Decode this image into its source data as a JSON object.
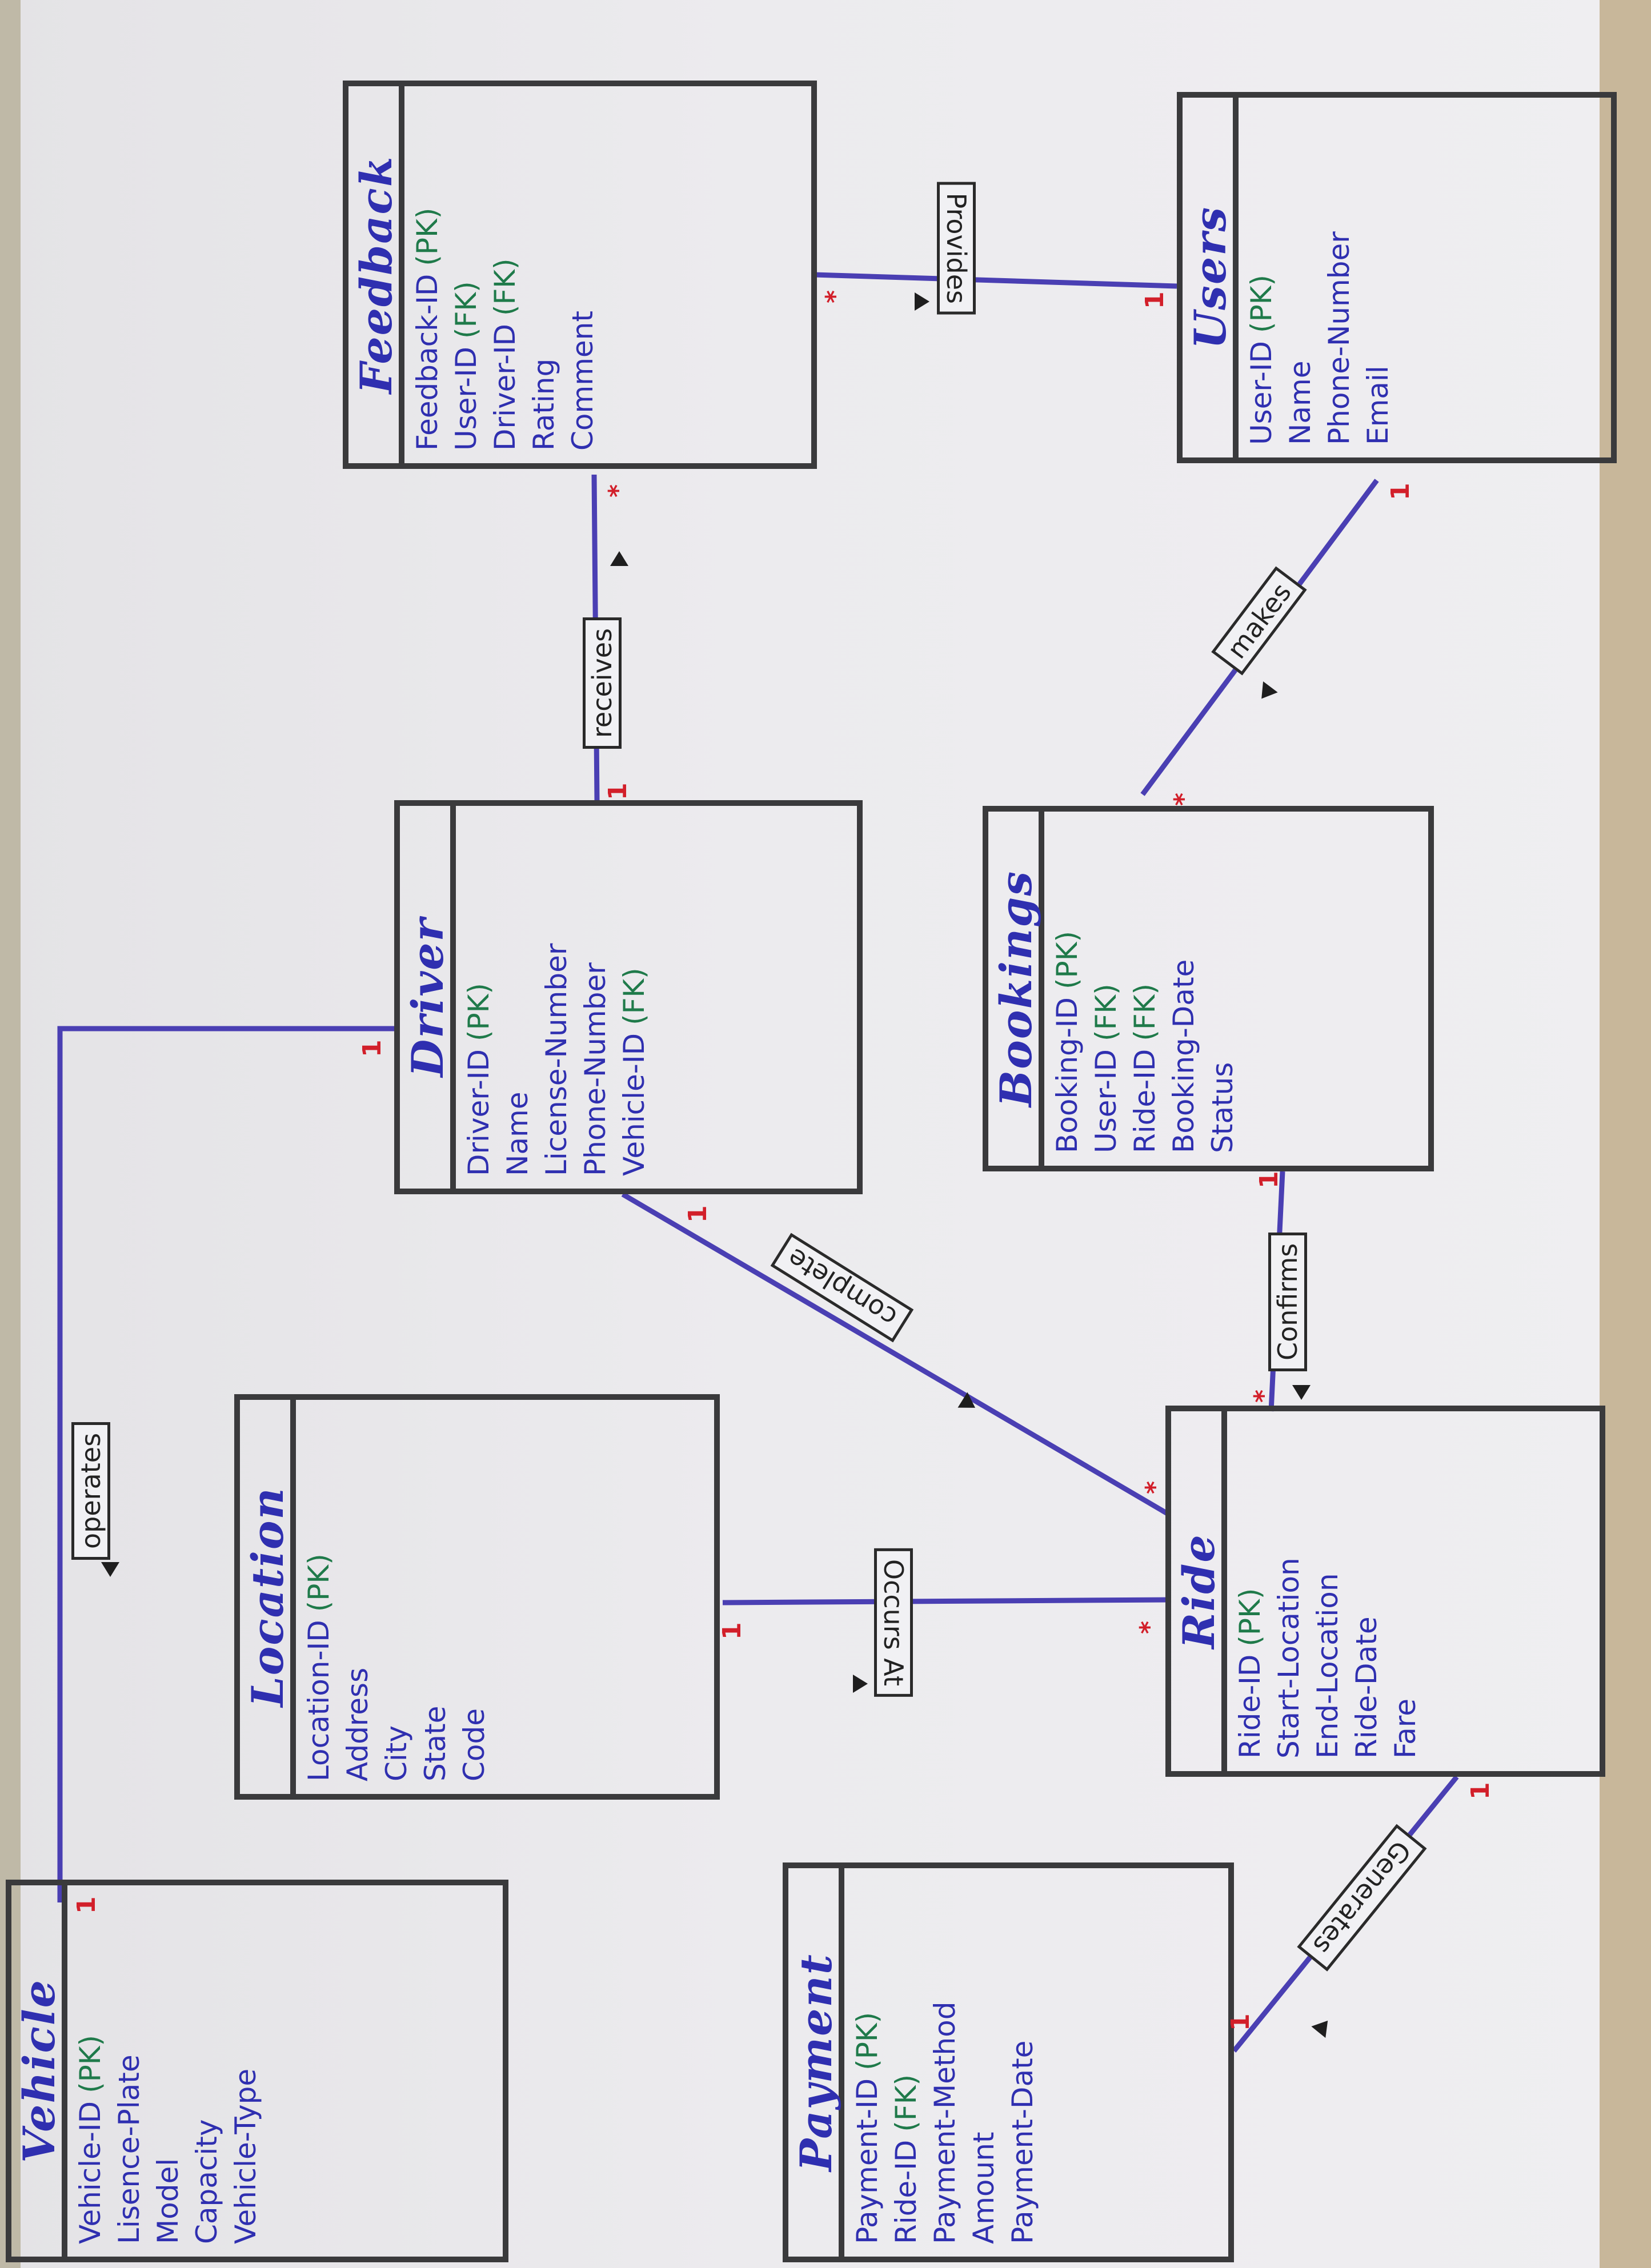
{
  "diagram": {
    "entities": {
      "users": {
        "title": "Users",
        "attributes": [
          {
            "name": "User-ID",
            "key": "(PK)"
          },
          {
            "name": "Name",
            "key": ""
          },
          {
            "name": "Phone-Number",
            "key": ""
          },
          {
            "name": "Email",
            "key": ""
          }
        ]
      },
      "feedback": {
        "title": "Feedback",
        "attributes": [
          {
            "name": "Feedback-ID",
            "key": "(PK)"
          },
          {
            "name": "User-ID",
            "key": "(FK)"
          },
          {
            "name": "Driver-ID",
            "key": "(FK)"
          },
          {
            "name": "Rating",
            "key": ""
          },
          {
            "name": "Comment",
            "key": ""
          }
        ]
      },
      "bookings": {
        "title": "Bookings",
        "attributes": [
          {
            "name": "Booking-ID",
            "key": "(PK)"
          },
          {
            "name": "User-ID",
            "key": "(FK)"
          },
          {
            "name": "Ride-ID",
            "key": "(FK)"
          },
          {
            "name": "Booking-Date",
            "key": ""
          },
          {
            "name": "Status",
            "key": ""
          }
        ]
      },
      "driver": {
        "title": "Driver",
        "attributes": [
          {
            "name": "Driver-ID",
            "key": "(PK)"
          },
          {
            "name": "Name",
            "key": ""
          },
          {
            "name": "License-Number",
            "key": ""
          },
          {
            "name": "Phone-Number",
            "key": ""
          },
          {
            "name": "Vehicle-ID",
            "key": "(FK)"
          }
        ]
      },
      "ride": {
        "title": "Ride",
        "attributes": [
          {
            "name": "Ride-ID",
            "key": "(PK)"
          },
          {
            "name": "Start-Location",
            "key": ""
          },
          {
            "name": "End-Location",
            "key": ""
          },
          {
            "name": "Ride-Date",
            "key": ""
          },
          {
            "name": "Fare",
            "key": ""
          }
        ]
      },
      "location": {
        "title": "Location",
        "attributes": [
          {
            "name": "Location-ID",
            "key": "(PK)"
          },
          {
            "name": "Address",
            "key": ""
          },
          {
            "name": "City",
            "key": ""
          },
          {
            "name": "State",
            "key": ""
          },
          {
            "name": "Code",
            "key": ""
          }
        ]
      },
      "payment": {
        "title": "Payment",
        "attributes": [
          {
            "name": "Payment-ID",
            "key": "(PK)"
          },
          {
            "name": "Ride-ID",
            "key": "(FK)"
          },
          {
            "name": "Payment-Method",
            "key": ""
          },
          {
            "name": "Amount",
            "key": ""
          },
          {
            "name": "Payment-Date",
            "key": ""
          }
        ]
      },
      "vehicle": {
        "title": "Vehicle",
        "attributes": [
          {
            "name": "Vehicle-ID",
            "key": "(PK)"
          },
          {
            "name": "Lisence-Plate",
            "key": ""
          },
          {
            "name": "Model",
            "key": ""
          },
          {
            "name": "Capacity",
            "key": ""
          },
          {
            "name": "Vehicle-Type",
            "key": ""
          }
        ]
      }
    },
    "relationships": {
      "provides": "Provides",
      "makes": "makes",
      "receives": "receives",
      "confirms": "Confirms",
      "complete": "complete",
      "occurs_at": "Occurs At",
      "generates": "Generates",
      "operates": "operates"
    },
    "cardinality": {
      "one": "1",
      "many": "*"
    },
    "colors": {
      "entity_border": "#3a3a3c",
      "title_ink": "#2f2fb0",
      "attribute_ink": "#2f2fb0",
      "key_ink": "#1f7a4a",
      "relationship_line": "#4a3fb3",
      "cardinality_mark": "#d21f2a"
    }
  }
}
